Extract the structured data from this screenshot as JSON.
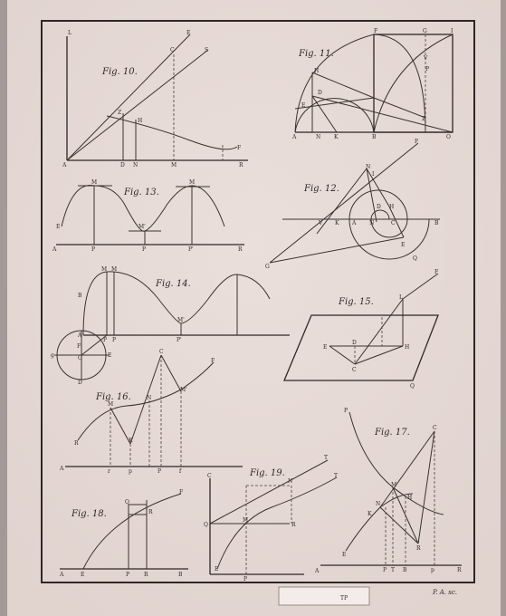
{
  "figures": {
    "fig10": {
      "title": "Fig. 10.",
      "labels": [
        "L",
        "E",
        "S",
        "C",
        "Z",
        "H",
        "A",
        "D",
        "N",
        "M",
        "F",
        "R"
      ]
    },
    "fig11": {
      "title": "Fig. 11.",
      "labels": [
        "F",
        "G",
        "I",
        "H",
        "D",
        "E",
        "V",
        "P",
        "Z",
        "A",
        "N",
        "K",
        "B",
        "O"
      ]
    },
    "fig12": {
      "title": "Fig. 12.",
      "labels": [
        "F",
        "N",
        "I",
        "D",
        "H",
        "V",
        "K",
        "A",
        "N",
        "C",
        "B",
        "E",
        "Q",
        "G"
      ]
    },
    "fig13": {
      "title": "Fig. 13.",
      "labels": [
        "M",
        "M'",
        "E",
        "M",
        "A",
        "P",
        "P",
        "P'",
        "R"
      ]
    },
    "fig14": {
      "title": "Fig. 14.",
      "labels": [
        "M",
        "M",
        "B",
        "M'",
        "P",
        "P",
        "P'",
        "A",
        "F",
        "C",
        "g",
        "E",
        "D"
      ]
    },
    "fig15": {
      "title": "Fig. 15.",
      "labels": [
        "F",
        "L",
        "E",
        "D",
        "H",
        "C",
        "Q"
      ]
    },
    "fig16": {
      "title": "Fig. 16.",
      "labels": [
        "F",
        "C",
        "M",
        "M'",
        "K",
        "N",
        "R",
        "A",
        "r",
        "p",
        "P",
        "f"
      ]
    },
    "fig17": {
      "title": "Fig. 17.",
      "labels": [
        "P",
        "C",
        "M",
        "N",
        "H",
        "R",
        "K",
        "E",
        "A",
        "P",
        "T",
        "B",
        "p",
        "R"
      ]
    },
    "fig18": {
      "title": "Fig. 18.",
      "labels": [
        "F",
        "Q",
        "R",
        "A",
        "E",
        "P",
        "R",
        "B"
      ]
    },
    "fig19": {
      "title": "Fig. 19.",
      "labels": [
        "T",
        "T",
        "C",
        "N",
        "M",
        "Q",
        "E",
        "R",
        "P"
      ]
    }
  },
  "engraver": "P. A. sc.",
  "tag": {
    "text": "TP"
  }
}
